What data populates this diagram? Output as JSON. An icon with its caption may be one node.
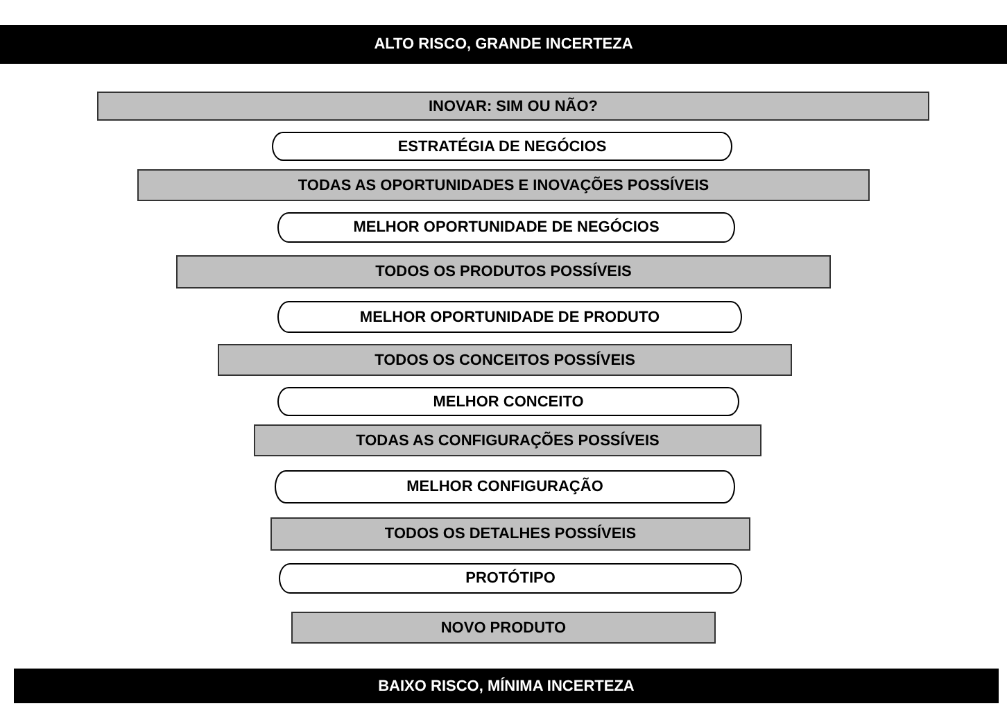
{
  "diagram": {
    "nodes": [
      {
        "text": [
          "ALTO RISCO, GRANDE INCERTEZA"
        ]
      },
      {
        "text": [
          "INOVAR: SIM OU NÃO?"
        ]
      },
      {
        "text": [
          "ESTRATÉGIA DE NEGÓCIOS"
        ]
      },
      {
        "text": [
          "TODAS AS OPORTUNIDADES E INOVAÇÕES POSSÍVEIS"
        ]
      },
      {
        "text": [
          "MELHOR OPORTUNIDADE DE NEGÓCIOS"
        ]
      },
      {
        "text": [
          "TODOS OS PRODUTOS POSSÍVEIS"
        ]
      },
      {
        "text": [
          "MELHOR OPORTUNIDADE DE PRODUTO"
        ]
      },
      {
        "text": [
          "TODOS OS CONCEITOS POSSÍVEIS"
        ]
      },
      {
        "text": [
          "MELHOR CONCEITO"
        ]
      },
      {
        "text": [
          "TODAS AS CONFIGURAÇÕES POSSÍVEIS"
        ]
      },
      {
        "text": [
          "MELHOR CONFIGURAÇÃO"
        ]
      },
      {
        "text": [
          "TODOS OS DETALHES POSSÍVEIS"
        ]
      },
      {
        "text": [
          "PROTÓTIPO"
        ]
      },
      {
        "text": [
          "NOVO PRODUTO"
        ]
      },
      {
        "text": [
          "BAIXO RISCO, MÍNIMA INCERTEZA"
        ]
      }
    ]
  }
}
